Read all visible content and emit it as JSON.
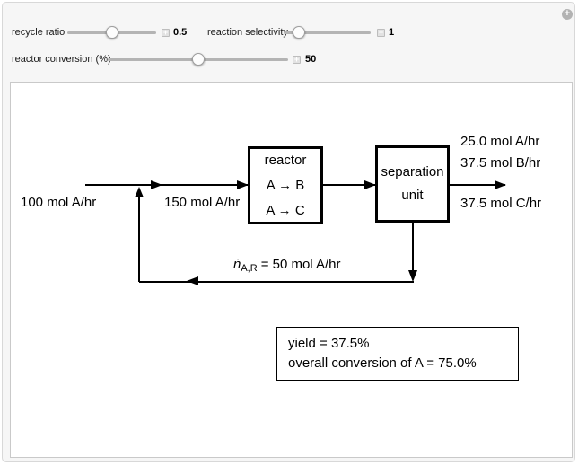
{
  "icons": {
    "demo_expand_plus": "+",
    "stepper_plus": "+"
  },
  "controls": {
    "sliders": [
      {
        "label": "recycle ratio",
        "value": "0.5"
      },
      {
        "label": "reaction selectivity",
        "value": "1"
      },
      {
        "label": "reactor conversion (%)",
        "value": "50"
      }
    ]
  },
  "diagram": {
    "feed_label": "100 mol A/hr",
    "mixed_label": "150 mol A/hr",
    "reactor": {
      "name": "reactor",
      "rxn1": "A → B",
      "rxn2": "A → C"
    },
    "separator": {
      "line1": "separation",
      "line2": "unit"
    },
    "product_a": "25.0 mol A/hr",
    "product_b": "37.5 mol B/hr",
    "product_c": "37.5 mol C/hr",
    "recycle": {
      "symbol": "ṅ",
      "subscript": "A,R",
      "equation": "= 50 mol A/hr"
    }
  },
  "results": {
    "yield": "yield = 37.5%",
    "conversion": "overall conversion of A = 75.0%"
  }
}
